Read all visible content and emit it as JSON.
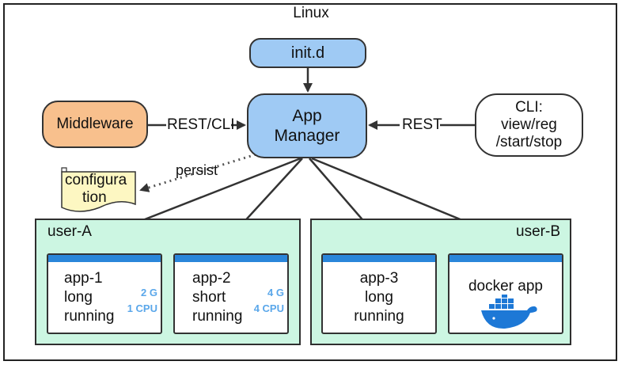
{
  "title": "Linux",
  "nodes": {
    "init": "init.d",
    "app_manager": [
      "App",
      "Manager"
    ],
    "middleware": "Middleware",
    "cli": [
      "CLI:",
      "view/reg",
      "/start/stop"
    ],
    "configuration": [
      "configura",
      "tion"
    ]
  },
  "edge_labels": {
    "middleware_to_manager": "REST/CLI",
    "cli_to_manager": "REST",
    "manager_to_config": "persist"
  },
  "users": [
    {
      "label": "user-A",
      "apps": [
        {
          "lines": [
            "app-1",
            "long",
            "running"
          ],
          "mem": "2 G",
          "cpu": "1 CPU"
        },
        {
          "lines": [
            "app-2",
            "short",
            "running"
          ],
          "mem": "4 G",
          "cpu": "4 CPU"
        }
      ]
    },
    {
      "label": "user-B",
      "apps": [
        {
          "lines": [
            "app-3",
            "long",
            "running"
          ]
        },
        {
          "lines": [
            "docker app"
          ],
          "icon": "docker-whale-icon"
        }
      ]
    }
  ],
  "colors": {
    "manager_fill": "#9fcaf4",
    "middleware_fill": "#f8c08d",
    "user_fill": "#ccf6e2",
    "app_bar": "#2a86da",
    "spec_text": "#5aa7ea",
    "config_fill": "#fdf7c2",
    "docker_blue": "#1d78d6"
  }
}
